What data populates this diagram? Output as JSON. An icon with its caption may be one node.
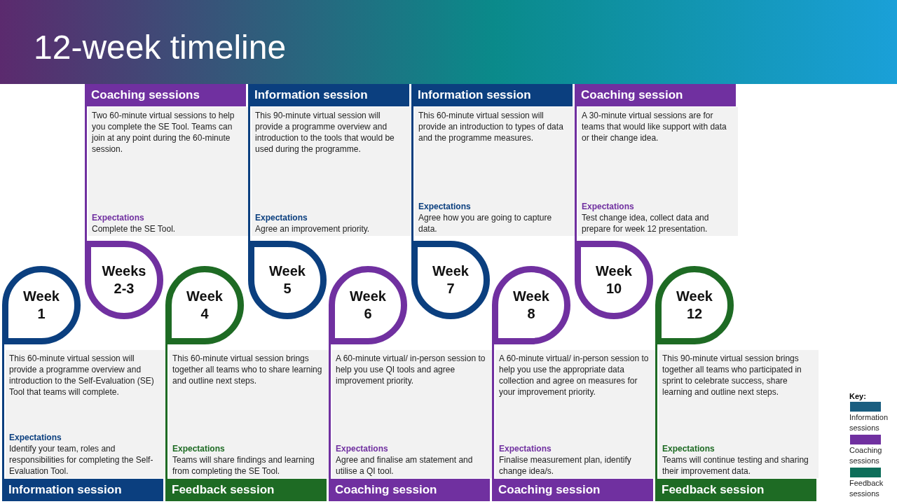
{
  "diagram": {
    "title": "12-week timeline",
    "nodes": [
      {
        "text": [
          "This 60-minute virtual session will provide a programme overview and introduction to the Self-Evaluation (SE) Tool that teams will complete.",
          "Expectations",
          "Identify your team, roles and responsibilities for completing the Self-Evaluation Tool.",
          "Information session"
        ]
      },
      {
        "text": [
          "Week 1"
        ]
      },
      {
        "text": [
          "Coaching sessions",
          "Two 60-minute virtual sessions to help you complete the SE Tool. Teams can join at any point during the 60-minute session.",
          "Expectations",
          "Complete the SE Tool."
        ]
      },
      {
        "text": [
          "Weeks 2-3"
        ]
      },
      {
        "text": [
          "This 60-minute virtual session brings together all teams who to share learning and outline next steps.",
          "Expectations",
          "Teams will share findings and learning from completing the SE Tool.",
          "Feedback session"
        ]
      },
      {
        "text": [
          "Week 4"
        ]
      },
      {
        "text": [
          "Information session",
          "This 90-minute virtual session will provide a programme overview and introduction to the tools that would be used during the programme.",
          "Expectations",
          "Agree an improvement priority."
        ]
      },
      {
        "text": [
          "Week 5"
        ]
      },
      {
        "text": [
          "A 60-minute virtual/ in-person session to help you use QI tools and agree improvement priority.",
          "Expectations",
          "Agree and finalise am statement and utilise a QI tool.",
          "Coaching session"
        ]
      },
      {
        "text": [
          "Week 6"
        ]
      },
      {
        "text": [
          "Information session",
          "This 60-minute virtual session will provide an introduction to types of data and the programme measures.",
          "Expectations",
          "Agree how you are going to capture data."
        ]
      },
      {
        "text": [
          "Week 7"
        ]
      },
      {
        "text": [
          "A 60-minute virtual/ in-person session to help you use the appropriate data collection and agree on measures for your improvement priority.",
          "Expectations",
          "Finalise measurement plan, identify change idea/s.",
          "Coaching session"
        ]
      },
      {
        "text": [
          "Week 8"
        ]
      },
      {
        "text": [
          "Coaching session",
          "A 30-minute virtual sessions are for teams that would like support with data or their change idea.",
          "Expectations",
          "Test change idea, collect data and prepare for week 12 presentation."
        ]
      },
      {
        "text": [
          "Week 10"
        ]
      },
      {
        "text": [
          "This 90-minute virtual session brings together all teams who participated in sprint to celebrate success, share learning and outline next steps.",
          "Expectations",
          "Teams will continue testing and sharing their improvement data.",
          "Feedback session"
        ]
      },
      {
        "text": [
          "Week 12"
        ]
      }
    ],
    "labels": [
      "Key:"
    ],
    "legend": [
      {
        "text": "Information sessions",
        "color": "#1a5e80"
      },
      {
        "text": "Coaching sessions",
        "color": "#7030a0"
      },
      {
        "text": "Feedback sessions",
        "color": "#0e6e5a"
      }
    ]
  }
}
